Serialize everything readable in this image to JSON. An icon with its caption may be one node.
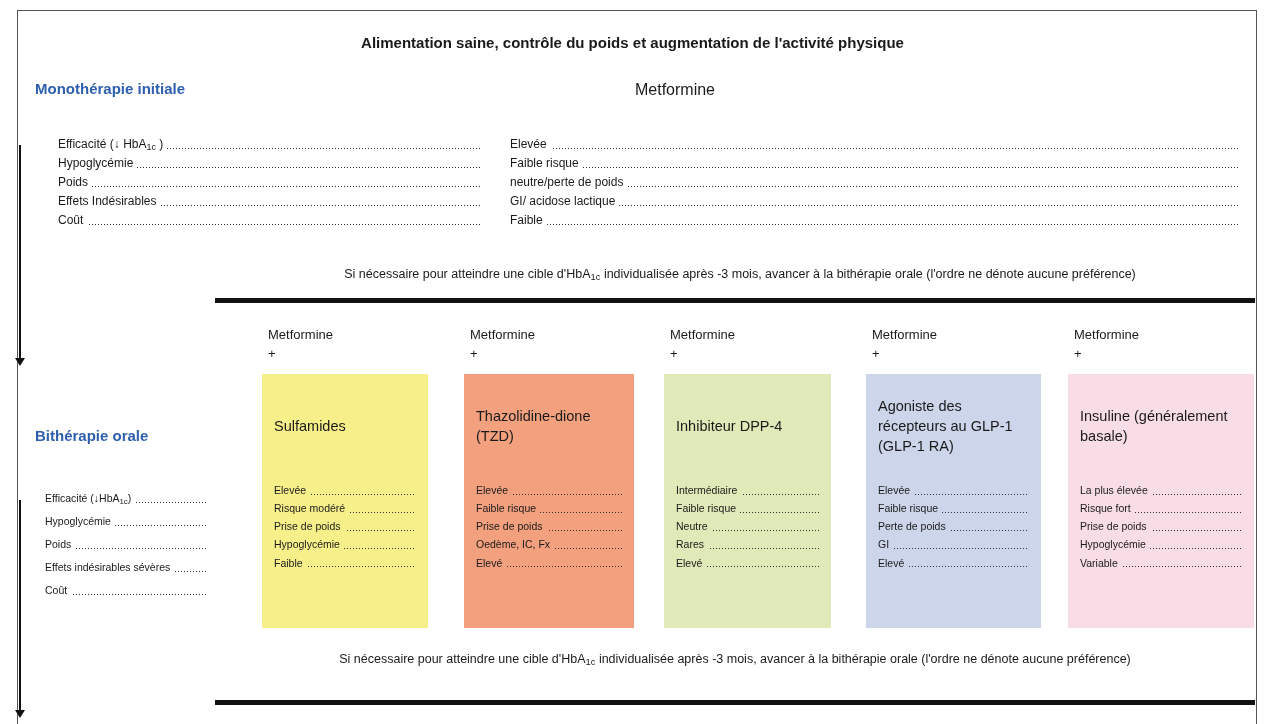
{
  "diagram": {
    "title": "Alimentation  saine, contrôle du poids et augmentation de l'activité physique",
    "nodes": [
      {
        "text": [
          "Sulfamides",
          "Elevée",
          "Risque modéré",
          "Prise de poids",
          "Hypoglycémie",
          "Faible"
        ],
        "beside": [
          "Metformine",
          "+"
        ]
      },
      {
        "text": [
          "Thazolidine-dione (TZD)",
          "Elevée",
          "Faible risque",
          "Prise de poids",
          "Oedème,  IC, Fx",
          "Elevé"
        ],
        "beside": [
          "Metformine",
          "+"
        ]
      },
      {
        "text": [
          "Inhibiteur DPP-4",
          "Intermédiaire",
          "Faible risque",
          "Neutre",
          "Rares",
          "Elevé"
        ],
        "beside": [
          "Metformine",
          "+"
        ]
      },
      {
        "text": [
          "Agoniste des récepteurs au GLP-1 (GLP-1 RA)",
          "Elevée",
          "Faible risque",
          "Perte de poids",
          "GI",
          "Elevé"
        ],
        "beside": [
          "Metformine",
          "+"
        ]
      },
      {
        "text": [
          "Insuline (généralement basale)",
          "La plus élevée",
          "Risque fort",
          "Prise de poids",
          "Hypoglycémie",
          "Variable"
        ],
        "beside": [
          "Metformine",
          "+"
        ]
      }
    ],
    "labels": [
      "Monothérapie initiale",
      "Metformine",
      "Efficacité (↓ HbA$_{1c}$ )",
      "Elevée",
      "Hypoglycémie",
      "Faible risque",
      "Poids",
      "neutre/perte de poids",
      "Effets Indésirables",
      "GI/ acidose lactique",
      "Coût",
      "Faible",
      "Si nécessaire pour atteindre une cible d'HbA$_{1c}$ individualisée après -3 mois, avancer à la bithérapie orale (l'ordre ne dénote aucune préférence)",
      "Bithérapie orale",
      "Efficacité (↓HbA$_{1c}$)",
      "Hypoglycémie",
      "Poids",
      "Effets indésirables sévères",
      "Coût",
      "Si nécessaire pour atteindre une cible d'HbA$_{1c}$ individualisée après -3 mois, avancer à la bithérapie orale (l'ordre ne dénote aucune préférence)"
    ]
  }
}
